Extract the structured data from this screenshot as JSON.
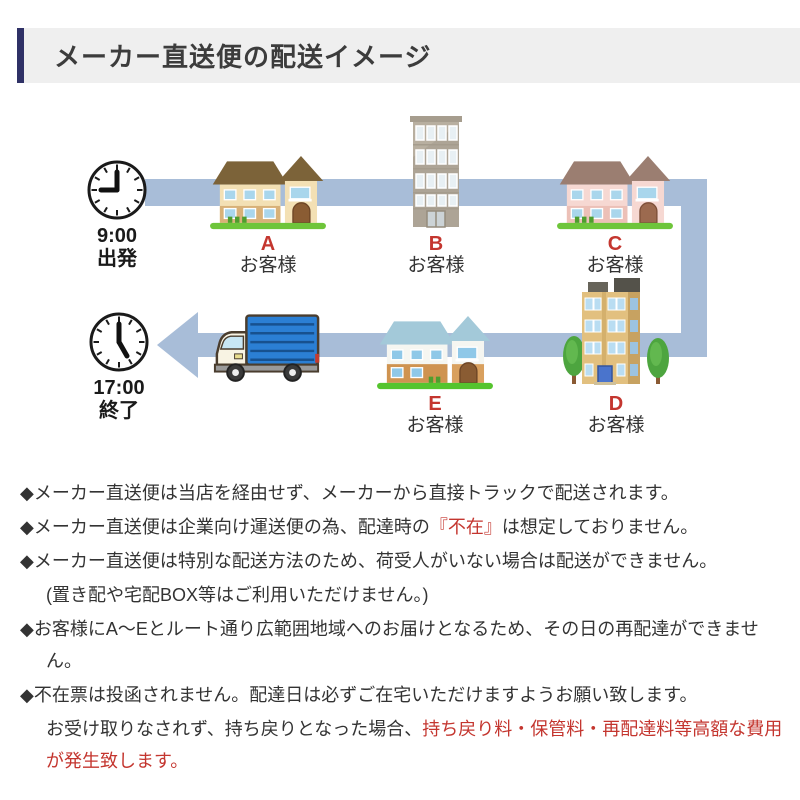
{
  "header": {
    "title": "メーカー直送便の配送イメージ"
  },
  "diagram": {
    "start": {
      "time": "9:00",
      "label": "出発",
      "icon": "clock-icon"
    },
    "end": {
      "time": "17:00",
      "label": "終了",
      "icon": "clock-icon"
    },
    "vehicle_icon": "truck-icon",
    "arrow_icon": "route-arrow-icon",
    "stops": [
      {
        "id": "A",
        "label": "お客様",
        "type": "house"
      },
      {
        "id": "B",
        "label": "お客様",
        "type": "office-building"
      },
      {
        "id": "C",
        "label": "お客様",
        "type": "house"
      },
      {
        "id": "D",
        "label": "お客様",
        "type": "office-building"
      },
      {
        "id": "E",
        "label": "お客様",
        "type": "house"
      }
    ]
  },
  "notes": [
    {
      "line1": [
        {
          "text": "◆メーカー直送便は当店を経由せず、メーカーから直接トラックで配送されます。"
        }
      ]
    },
    {
      "line1": [
        {
          "text": "◆メーカー直送便は企業向け運送便の為、配達時の"
        },
        {
          "text": "『不在』"
        },
        {
          "text": "は想定しておりません。"
        }
      ]
    },
    {
      "line1": [
        {
          "text": "◆メーカー直送便は特別な配送方法のため、荷受人がいない場合は配送ができません。"
        }
      ],
      "line2": [
        {
          "text": "(置き配や宅配BOX等はご利用いただけません。)"
        }
      ]
    },
    {
      "line1": [
        {
          "text": "◆お客様にA〜Eとルート通り広範囲地域へのお届けとなるため、その日の再配達ができません。"
        }
      ]
    },
    {
      "line1": [
        {
          "text": "◆不在票は投函されません。配達日は必ずご在宅いただけますようお願い致します。"
        }
      ],
      "line2": [
        {
          "text": "お受け取りなされず、持ち戻りとなった場合、"
        },
        {
          "text": "持ち戻り料・保管料・再配達料等高額な費用が発生致します。"
        }
      ]
    }
  ],
  "colors": {
    "header_bg": "#efefef",
    "header_bar": "#2f3166",
    "route": "#a8bdd8",
    "alert_red": "#c4362f",
    "text": "#333333"
  }
}
